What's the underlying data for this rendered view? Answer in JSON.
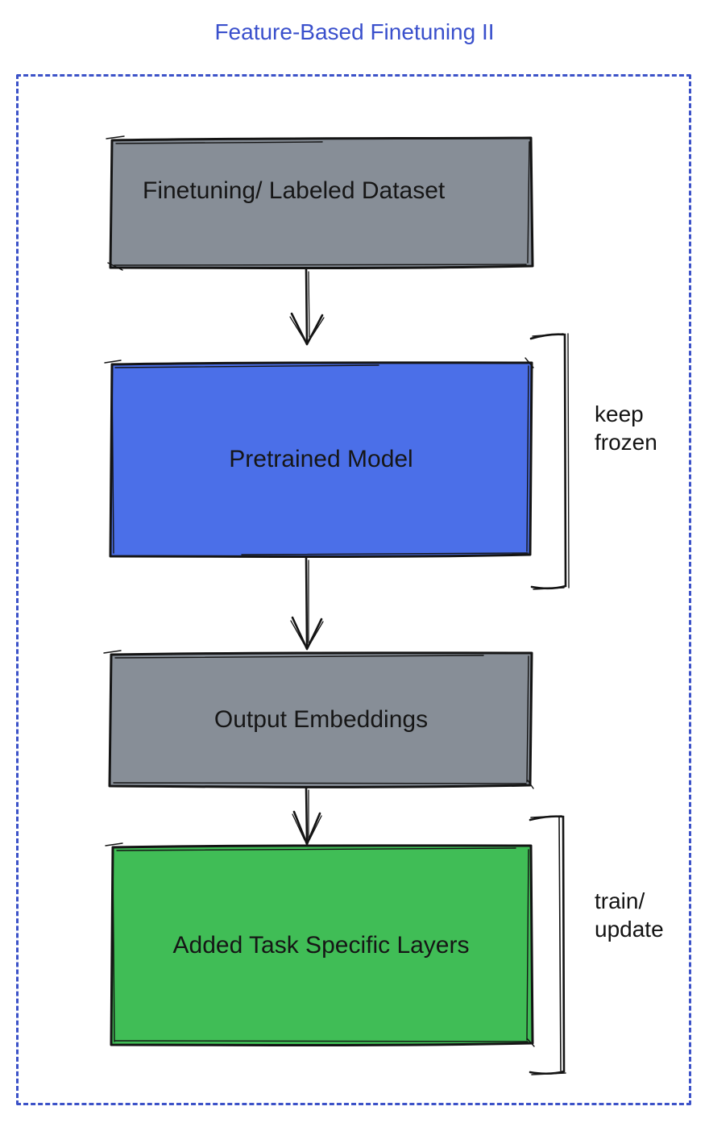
{
  "title": "Feature-Based Finetuning II",
  "boxes": [
    {
      "id": "finetuning-dataset",
      "label": "Finetuning/ Labeled Dataset",
      "color_key": "box_gray"
    },
    {
      "id": "pretrained-model",
      "label": "Pretrained Model",
      "color_key": "box_blue"
    },
    {
      "id": "output-embeddings",
      "label": "Output Embeddings",
      "color_key": "box_gray"
    },
    {
      "id": "task-specific-layers",
      "label": "Added Task Specific Layers",
      "color_key": "box_green"
    }
  ],
  "annotations": [
    {
      "id": "keep-frozen",
      "text": "keep\nfrozen",
      "attached_to": "pretrained-model"
    },
    {
      "id": "train-update",
      "text": "train/\nupdate",
      "attached_to": "task-specific-layers"
    }
  ],
  "colors": {
    "title_blue": "#3a50cc",
    "border_blue": "#3c52c8",
    "box_gray": "#878e97",
    "box_blue": "#4b6fe8",
    "box_green": "#40bd56",
    "stroke_black": "#141414"
  }
}
